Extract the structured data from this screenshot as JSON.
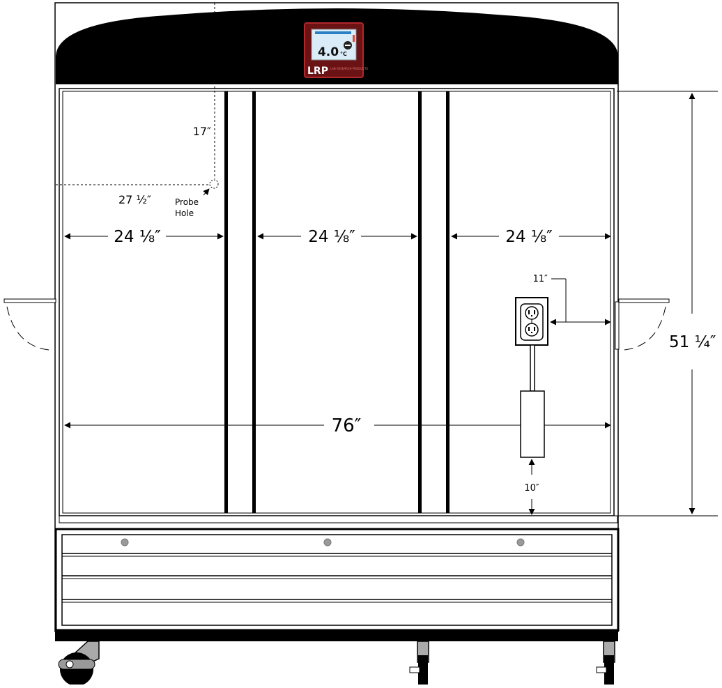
{
  "controller": {
    "temperature_value": "4.0",
    "temperature_unit": "°C",
    "brand_mark": "LRP",
    "brand_name": "LAB RESEARCH PRODUCTS"
  },
  "dimensions": {
    "probe_vertical": "17″",
    "probe_horizontal": "27 ½″",
    "probe_label_line1": "Probe",
    "probe_label_line2": "Hole",
    "door_left_width": "24 ⅛″",
    "door_center_width": "24 ⅛″",
    "door_right_width": "24 ⅛″",
    "total_width": "76″",
    "interior_height": "51 ¼″",
    "outlet_offset": "11″",
    "outlet_height": "10″"
  },
  "colors": {
    "cabinet_black": "#000000",
    "controller_red": "#b0282a",
    "screen_bg": "#d9ecf8",
    "screen_bar": "#2c7fc4",
    "line_gray": "#555555",
    "lock_gray": "#9a9a9a"
  }
}
